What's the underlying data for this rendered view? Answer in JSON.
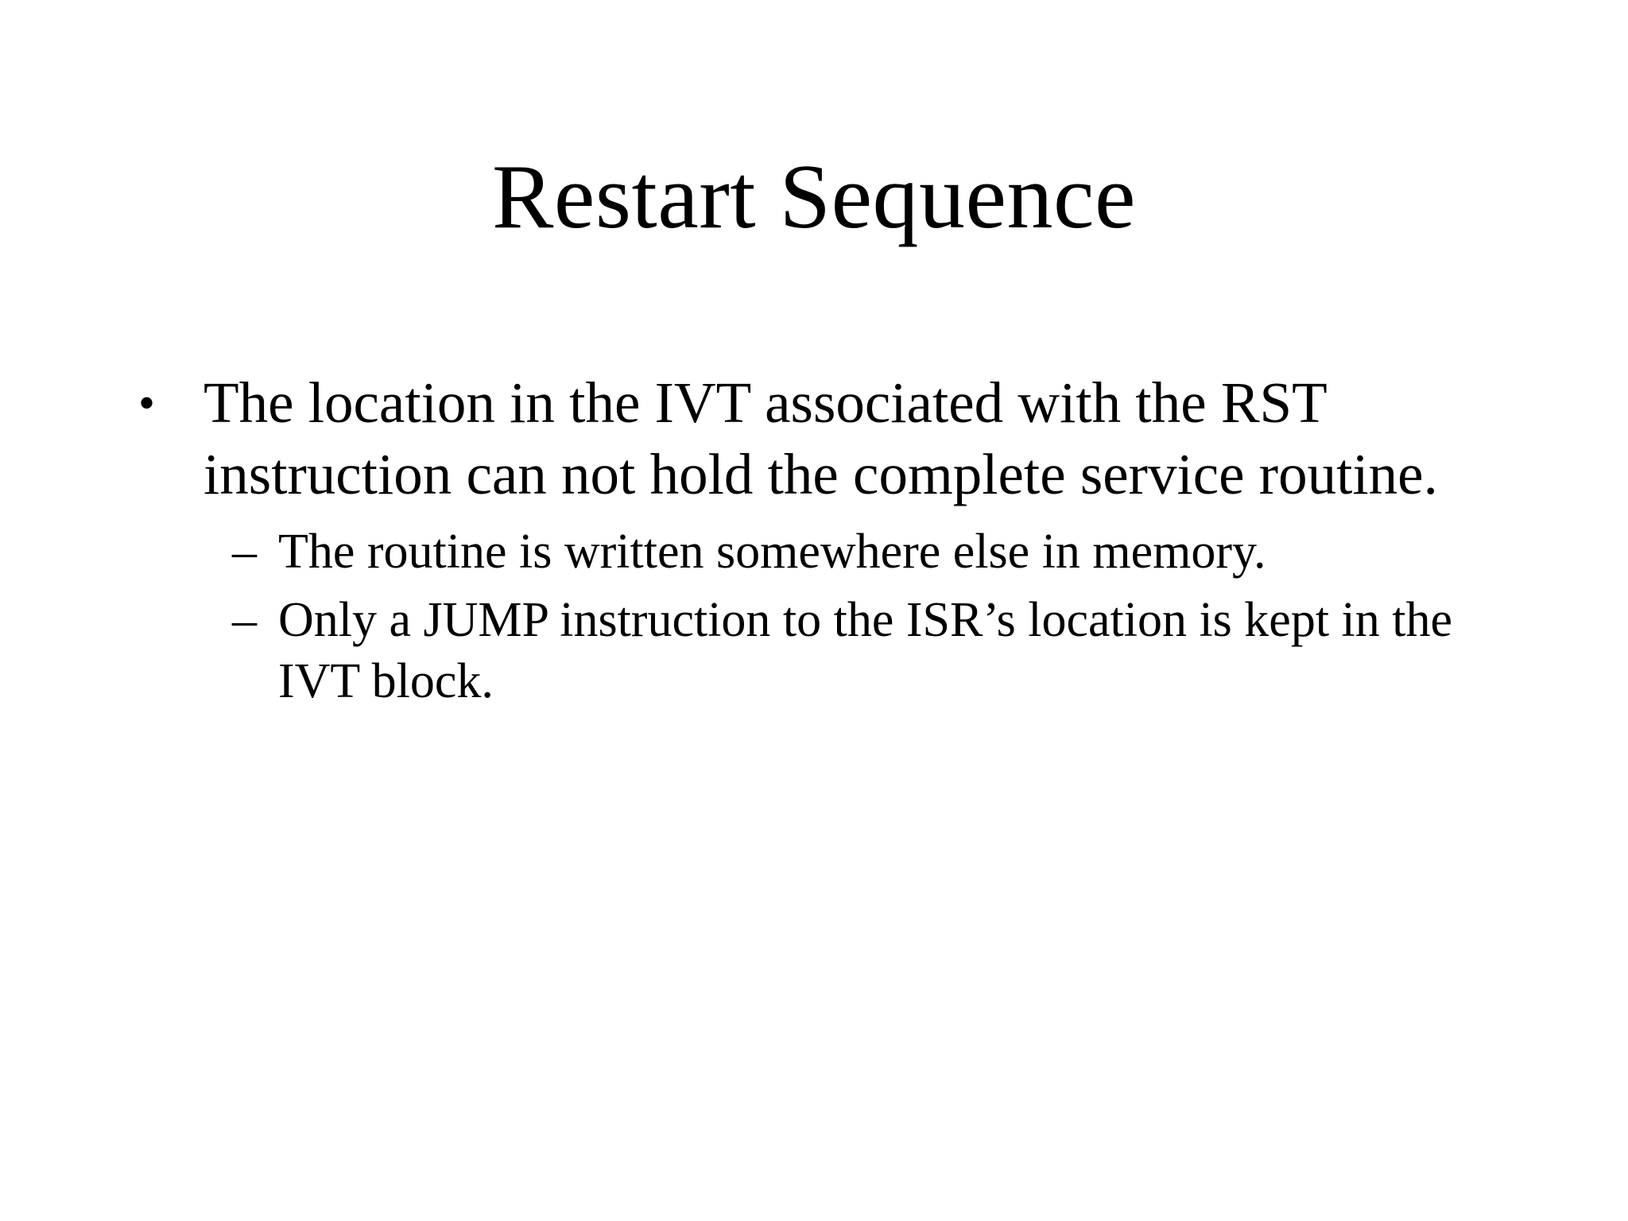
{
  "slide": {
    "title": "Restart Sequence",
    "background_color": "#FFFFFF",
    "text_color": "#000000",
    "bullet_marker_level1": "•",
    "bullet_marker_level2": "–",
    "content": [
      {
        "level": 1,
        "marker": "•",
        "text": "The location in the IVT associated with the RST instruction can not hold the complete service routine.",
        "children": [
          {
            "level": 2,
            "marker": "–",
            "text": "The routine is written somewhere else in memory."
          },
          {
            "level": 2,
            "marker": "–",
            "text": "Only a JUMP instruction to the ISR’s location is kept in the IVT block."
          }
        ]
      }
    ]
  }
}
